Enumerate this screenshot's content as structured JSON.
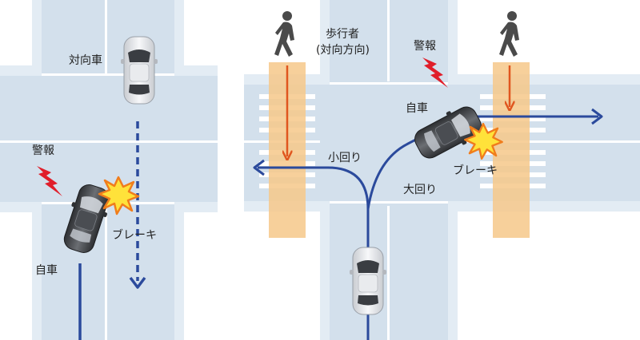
{
  "left_scene": {
    "oncoming_car_label": "対向車",
    "warning_label": "警報",
    "brake_label": "ブレーキ",
    "own_car_label": "自車"
  },
  "right_scene": {
    "pedestrian_label_line1": "歩行者",
    "pedestrian_label_line2": "(対向方向)",
    "warning_label": "警報",
    "own_car_label": "自車",
    "small_turn_label": "小回り",
    "brake_label": "ブレーキ",
    "wide_turn_label": "大回り"
  },
  "colors": {
    "road": "#d3e0ec",
    "road_light": "#e3ecf4",
    "road_edge": "#ffffff",
    "crosswalk_band": "#f6c88a",
    "path_blue": "#2b4a9c",
    "pedestrian_arrow": "#e0561f",
    "warning_red": "#e01e2a",
    "impact_yellow": "#ffe23a",
    "impact_orange": "#f07d1c"
  }
}
